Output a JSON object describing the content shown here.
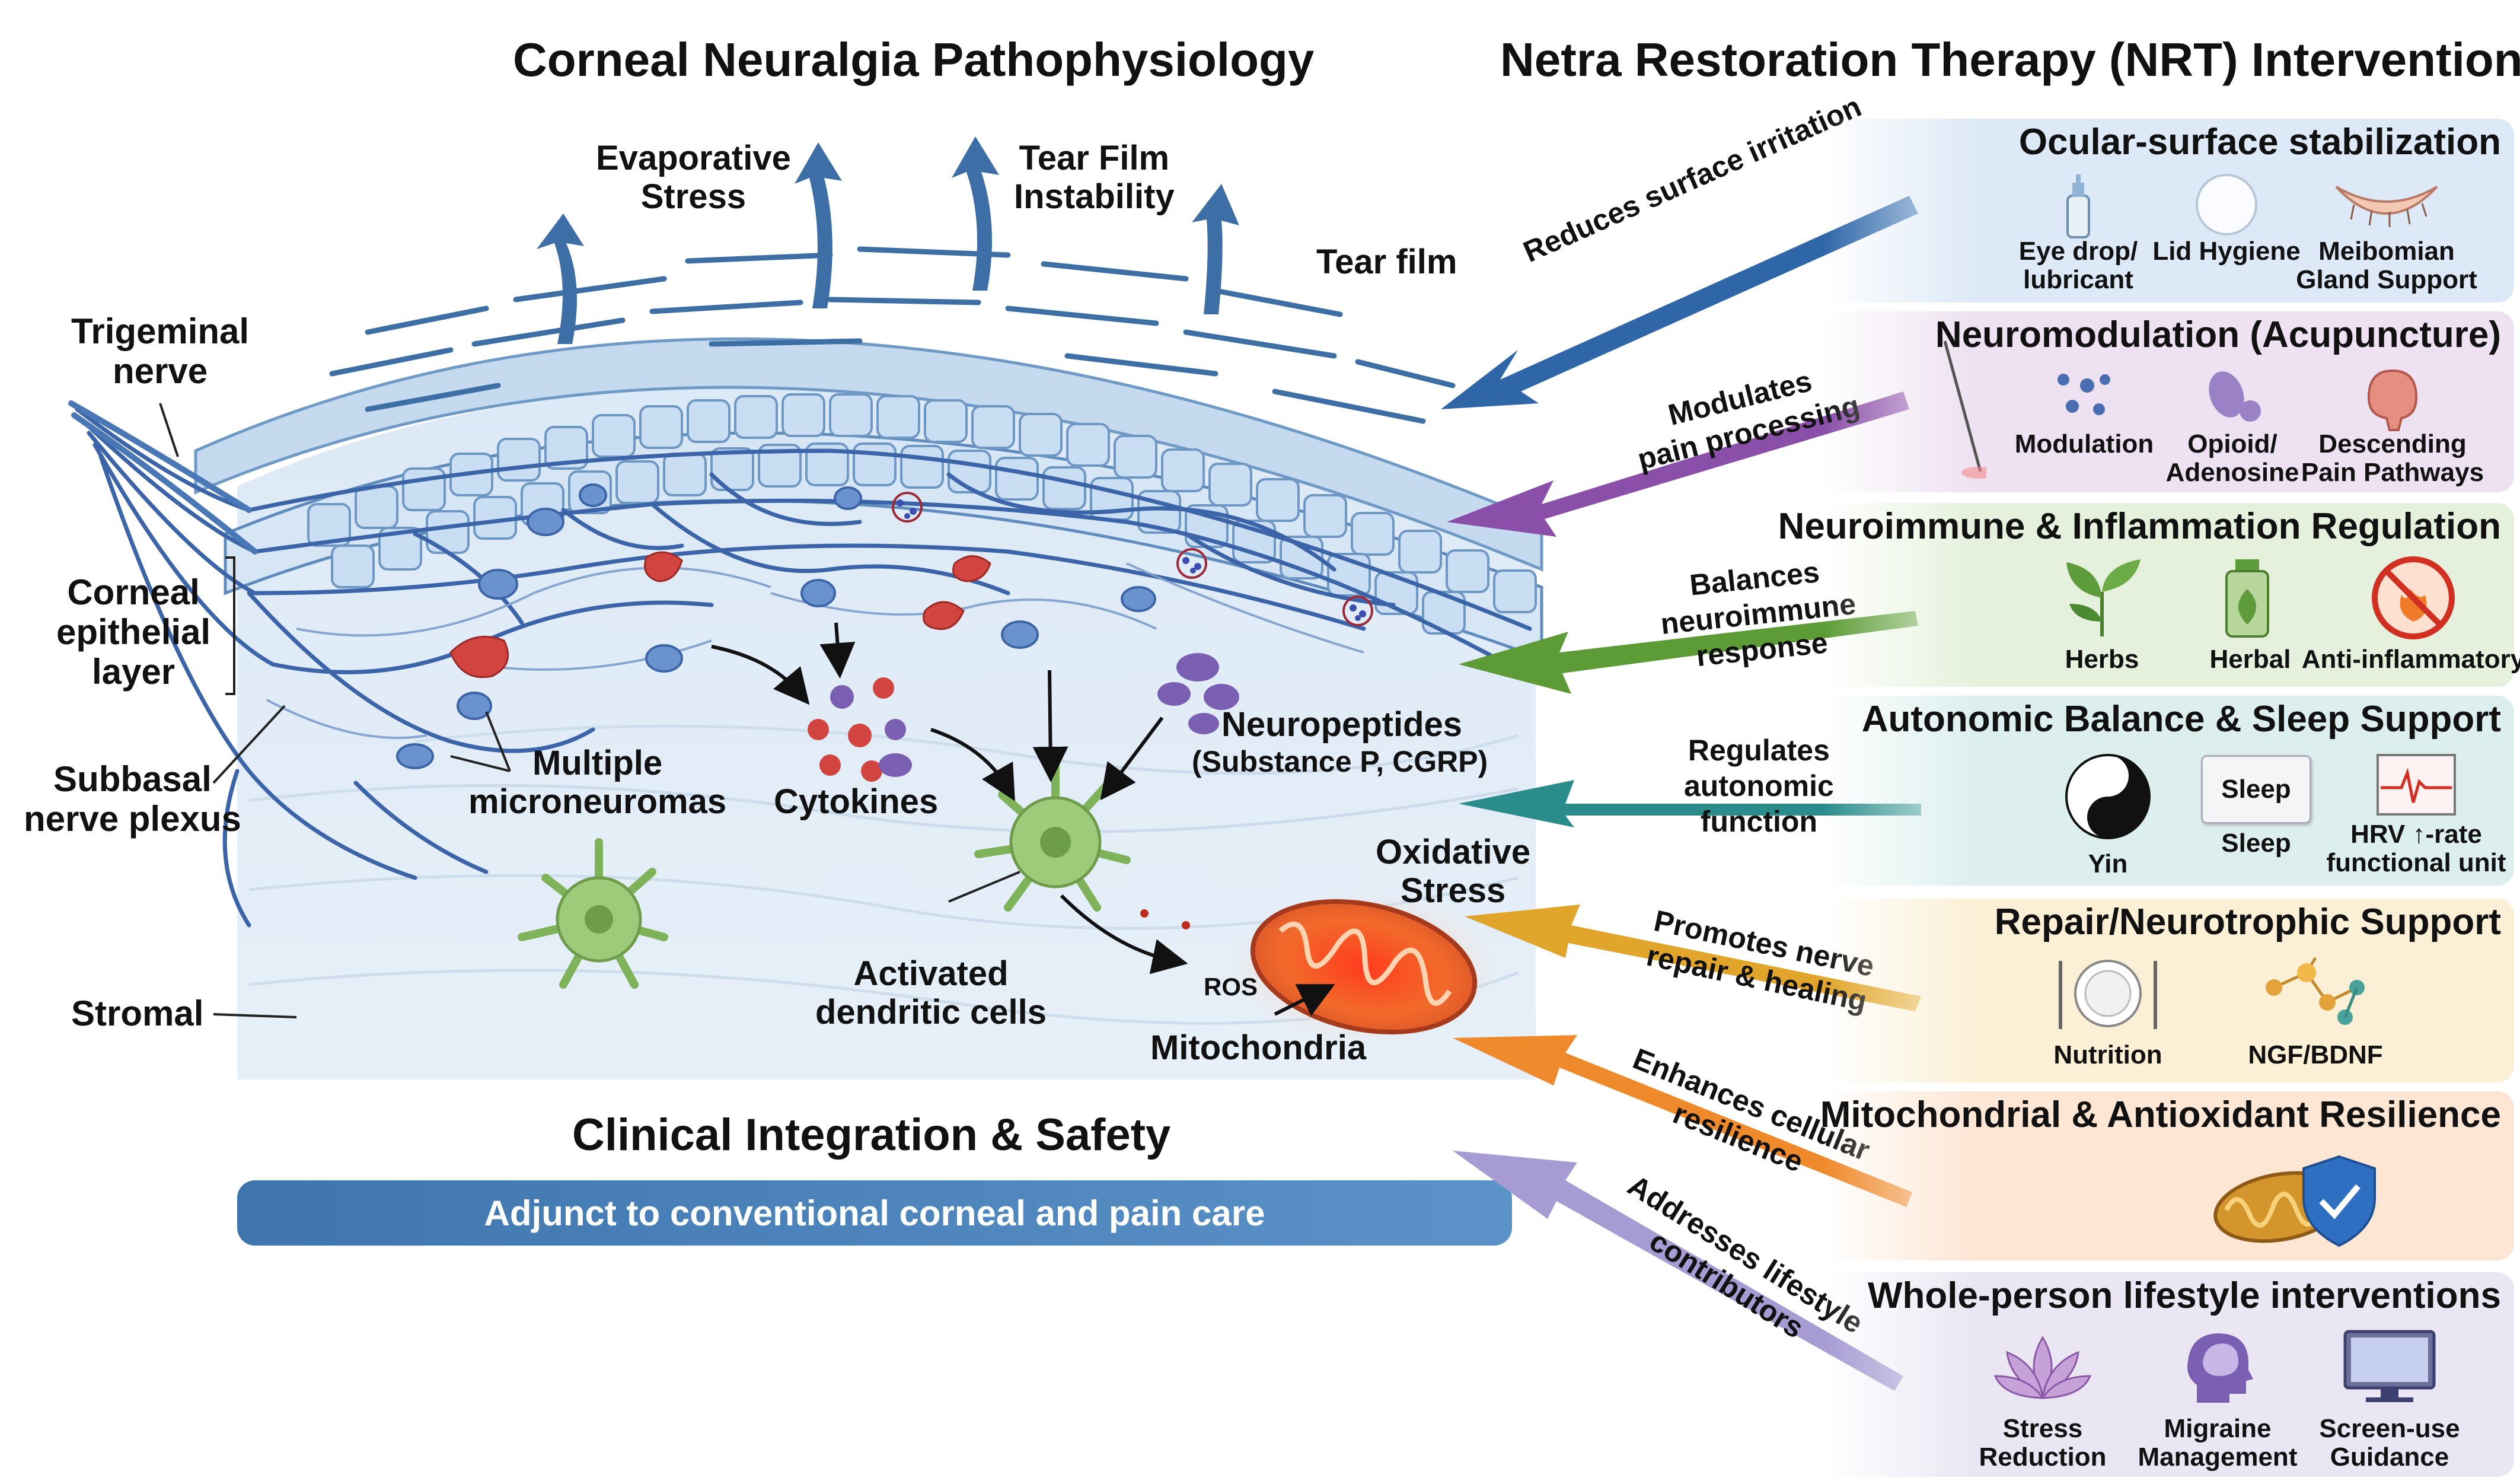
{
  "left": {
    "title": "Corneal Neuralgia Pathophysiology",
    "labels": {
      "evaporative": "Evaporative\nStress",
      "instability": "Tear Film\nInstability",
      "tear_film": "Tear film",
      "trigeminal": "Trigeminal\nnerve",
      "epithelial": "Corneal\nepithelial\nlayer",
      "subbasal": "Subbasal\nnerve plexus",
      "stromal": "Stromal",
      "microneuromas": "Multiple\nmicroneuromas",
      "cytokines": "Cytokines",
      "neuropeptides": "Neuropeptides",
      "neuropeptides_sub": "(Substance P, CGRP)",
      "dendritic": "Activated\ndendritic cells",
      "oxidative": "Oxidative\nStress",
      "ros": "ROS",
      "mitochondria": "Mitochondria"
    }
  },
  "clinical": {
    "title": "Clinical Integration & Safety",
    "banner": "Adjunct to conventional corneal and pain care"
  },
  "right": {
    "title": "Netra Restoration Therapy (NRT) Interventions",
    "arrows": [
      {
        "text": "Reduces surface irritation",
        "color": "#2f66a8"
      },
      {
        "text": "Modulates\npain processing",
        "color": "#8a4fa8"
      },
      {
        "text": "Balances\nneuroimmune\nresponse",
        "color": "#5c9b36"
      },
      {
        "text": "Regulates\nautonomic\nfunction",
        "color": "#2a8d8c"
      },
      {
        "text": "Promotes nerve\nrepair & healing",
        "color": "#e0a52a"
      },
      {
        "text": "Enhances cellular\nresilience",
        "color": "#ee8a2c"
      },
      {
        "text": "Addresses lifestyle\ncontributors",
        "color": "#a79bd3"
      }
    ],
    "panels": [
      {
        "title": "Ocular-surface stabilization",
        "bg": "#dde9f6",
        "items": [
          "Eye drop/\nlubricant",
          "Lid Hygiene",
          "Meibomian\nGland Support"
        ],
        "icons": [
          "eye-drop-bottle-icon",
          "lid-wipe-icon",
          "eyelid-icon"
        ]
      },
      {
        "title": "Neuromodulation (Acupuncture)",
        "bg": "#eee1f1",
        "items": [
          "Modulation",
          "Opioid/\nAdenosine",
          "Descending\nPain Pathways"
        ],
        "icons": [
          "molecule-dots-icon",
          "opioid-molecule-icon",
          "brain-icon"
        ]
      },
      {
        "title": "Neuroimmune & Inflammation Regulation",
        "bg": "#e5f1dc",
        "items": [
          "Herbs",
          "Herbal",
          "Anti-inflammatory"
        ],
        "icons": [
          "herb-leaves-icon",
          "herbal-bottle-icon",
          "no-inflammation-icon"
        ]
      },
      {
        "title": "Autonomic Balance & Sleep Support",
        "bg": "#dcefee",
        "items": [
          "Yin",
          "Sleep",
          "HRV ↑-rate\nfunctional unit"
        ],
        "icons": [
          "yin-yang-icon",
          "sleep-icon",
          "hrv-monitor-icon"
        ],
        "sleep_badge": "Sleep"
      },
      {
        "title": "Repair/Neurotrophic Support",
        "bg": "#fbf0d6",
        "items": [
          "Nutrition",
          "NGF/BDNF"
        ],
        "icons": [
          "plate-cutlery-icon",
          "neurotrophic-molecule-icon"
        ]
      },
      {
        "title": "Mitochondrial & Antioxidant Resilience",
        "bg": "#fde6d4",
        "items": [],
        "icons": [
          "shielded-mitochondria-icon"
        ]
      },
      {
        "title": "Whole-person lifestyle interventions",
        "bg": "#eae6f3",
        "items": [
          "Stress\nReduction",
          "Migraine\nManagement",
          "Screen-use\nGuidance"
        ],
        "icons": [
          "lotus-icon",
          "head-brain-icon",
          "monitor-icon"
        ]
      }
    ]
  }
}
